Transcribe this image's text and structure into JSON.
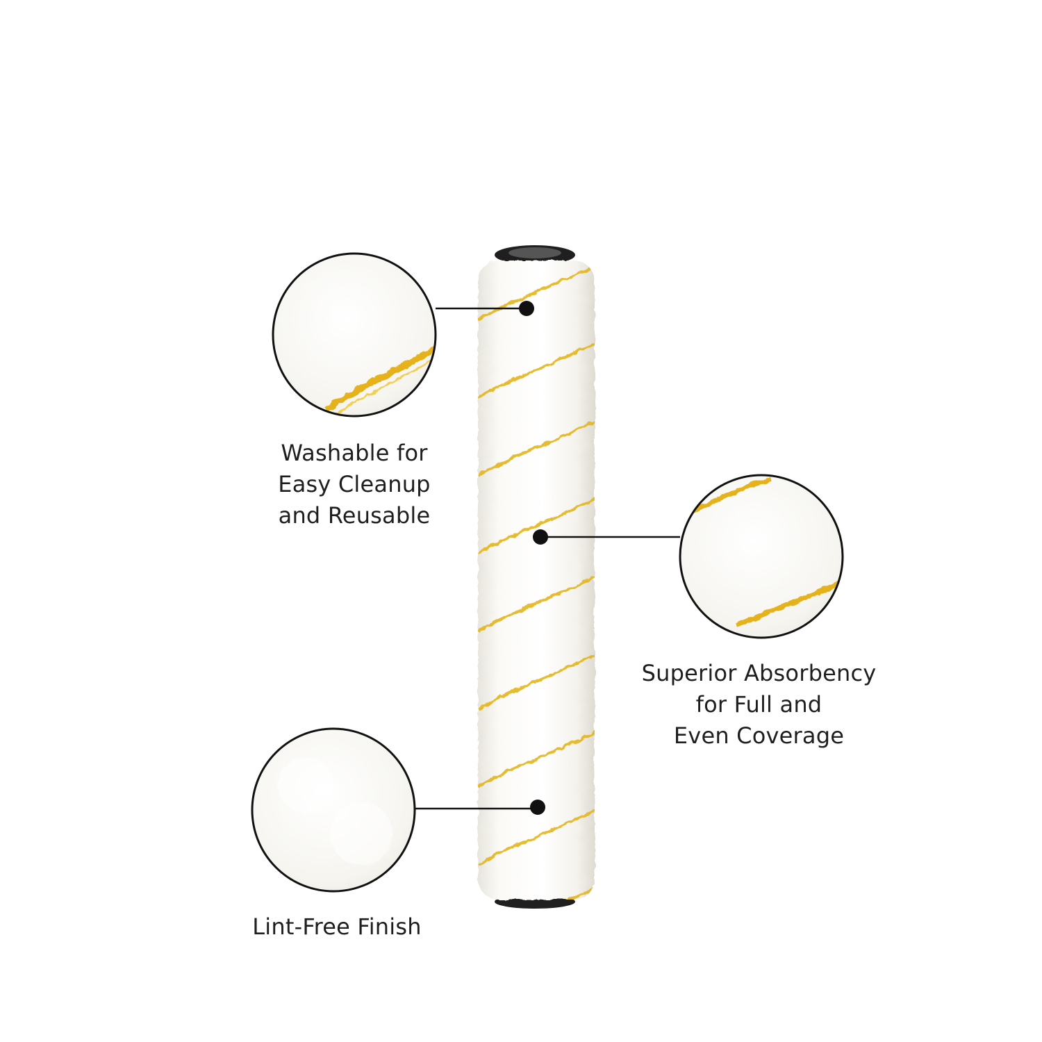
{
  "colors": {
    "background": "#ffffff",
    "fabric": "#f7f6f2",
    "stripe": "#e6b91f",
    "core": "#2b2b2b",
    "callout": "#111111",
    "text": "#1e1e1e"
  },
  "product": {
    "name_icon": "paint-roller-cover"
  },
  "callouts": [
    {
      "id": "washable",
      "lines": [
        "Washable for",
        "Easy Cleanup",
        "and Reusable"
      ]
    },
    {
      "id": "absorbency",
      "lines": [
        "Superior Absorbency",
        "for Full and",
        "Even Coverage"
      ]
    },
    {
      "id": "lint",
      "lines": [
        "Lint-Free Finish"
      ]
    }
  ]
}
